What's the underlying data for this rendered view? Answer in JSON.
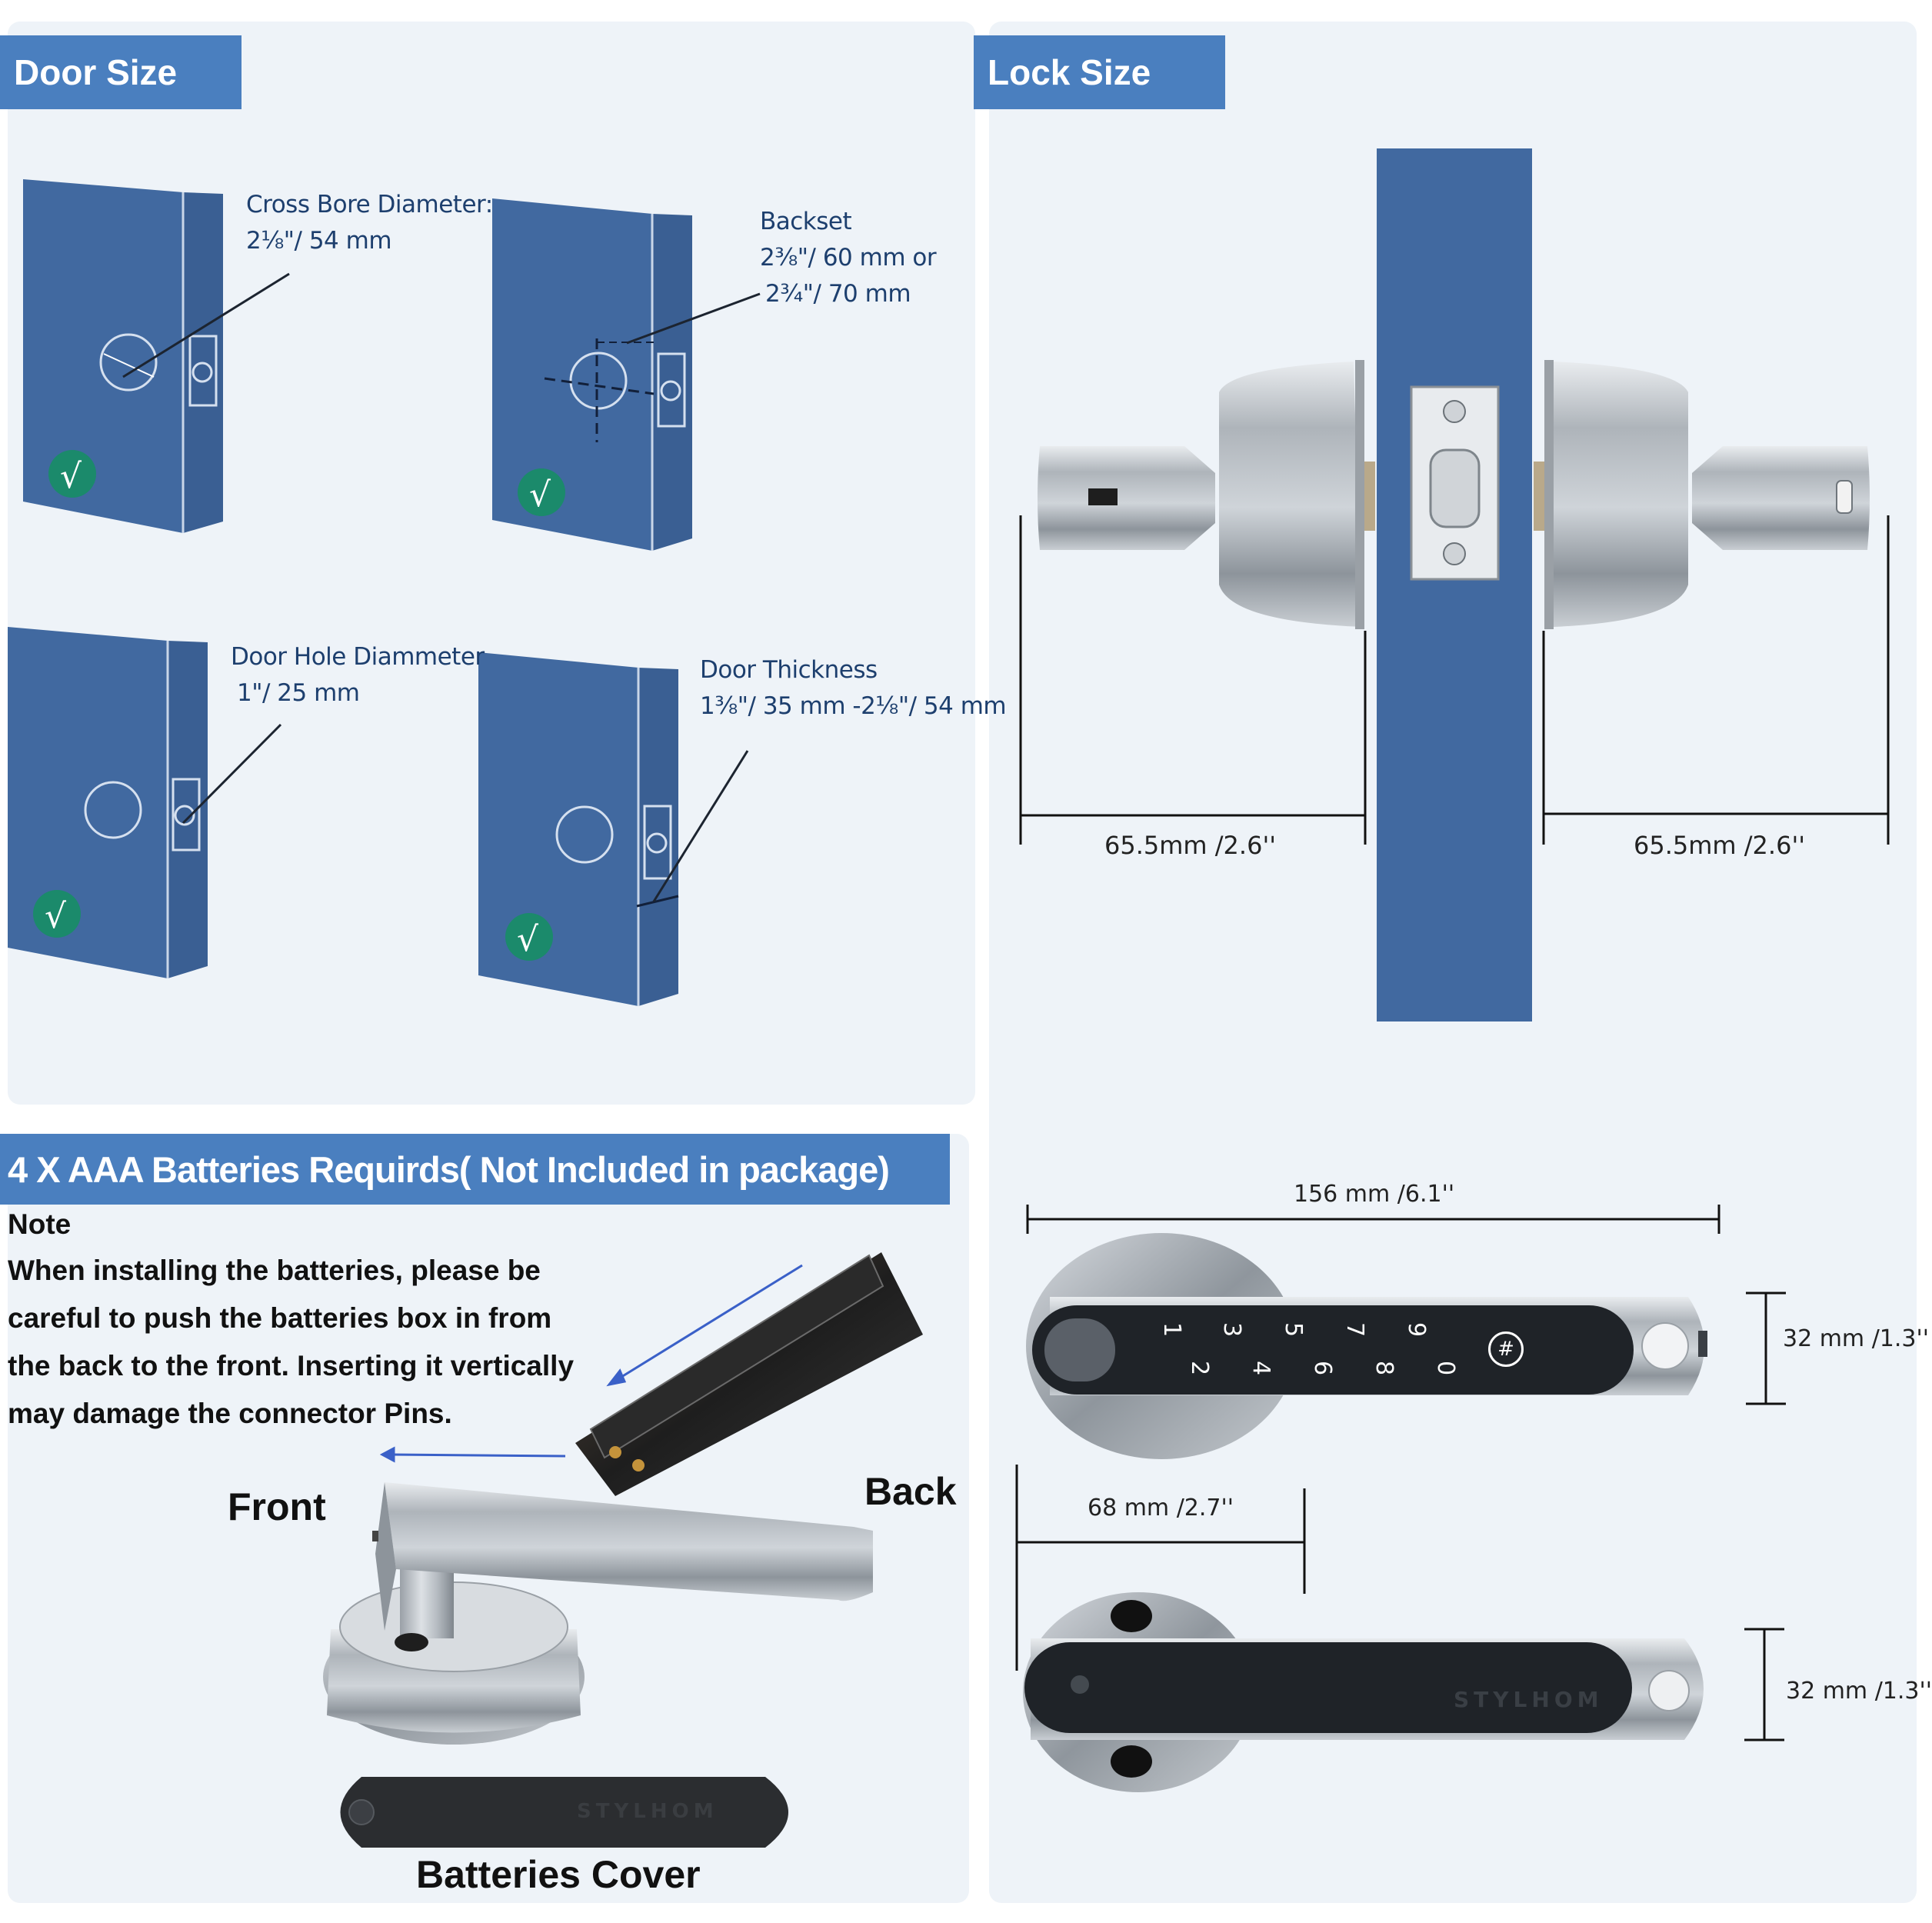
{
  "door_size": {
    "title": "Door Size",
    "cross_bore": {
      "label": "Cross Bore Diameter:",
      "value": "2⅛\"/ 54 mm"
    },
    "backset": {
      "label": "Backset",
      "value1": "2⅜\"/ 60 mm or",
      "value2": "2¾\"/ 70 mm"
    },
    "door_hole": {
      "label": "Door Hole Diammeter",
      "value": "1\"/ 25 mm"
    },
    "door_thickness": {
      "label": "Door Thickness",
      "value": "1⅜\"/ 35 mm -2⅛\"/ 54 mm"
    }
  },
  "lock_size": {
    "title": "Lock Size",
    "knob_left": "65.5mm /2.6''",
    "knob_right": "65.5mm /2.6''",
    "lever_length": "156 mm /6.1''",
    "lever_height_front": "32 mm /1.3''",
    "base_width": "68 mm /2.7''",
    "lever_height_back": "32 mm /1.3''",
    "keypad_keys": [
      "1",
      "2",
      "3",
      "4",
      "5",
      "6",
      "7",
      "8",
      "9",
      "0",
      "#"
    ],
    "brand_mark": "STYLHOM"
  },
  "batteries": {
    "title": "4  X AAA Batteries Requirds( Not Included in package)",
    "note_heading": "Note",
    "note_lines": [
      "When installing the batteries, please be",
      " careful to push the batteries box in from",
      "the back to the front. Inserting it vertically",
      " may damage the connector Pins."
    ],
    "front_label": "Front",
    "back_label": "Back",
    "cover_label": "Batteries Cover"
  },
  "colors": {
    "banner_blue": "#4a7fbf",
    "door_blue": "#4169a0",
    "panel_bg": "#eef3f8",
    "check_green": "#1b8a6b",
    "keypad_black": "#1f2328"
  }
}
